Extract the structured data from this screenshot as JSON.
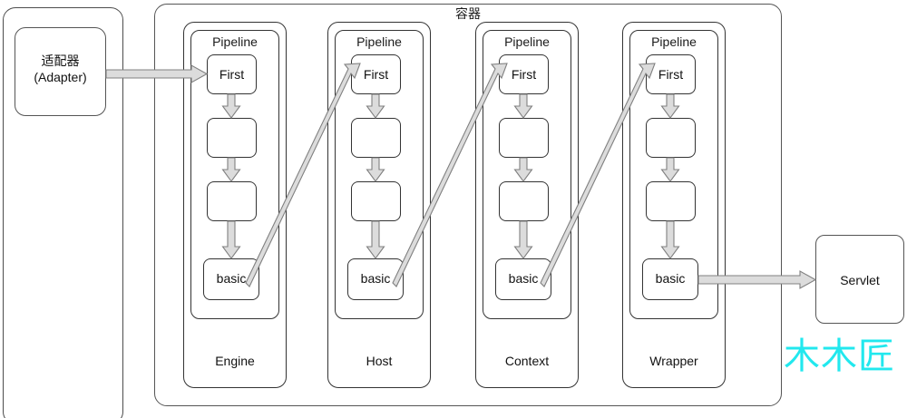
{
  "diagram": {
    "title_container": "容器",
    "watermark": "木木匠",
    "adapter": {
      "label": "适配器\n(Adapter)"
    },
    "servlet": {
      "label": "Servlet"
    },
    "pipeline_title": "Pipeline",
    "node_first": "First",
    "node_basic": "basic",
    "node_empty": "",
    "components": [
      {
        "name": "Engine",
        "pipeline_title": "Pipeline",
        "nodes": [
          "First",
          "",
          "",
          "basic"
        ]
      },
      {
        "name": "Host",
        "pipeline_title": "Pipeline",
        "nodes": [
          "First",
          "",
          "",
          "basic"
        ]
      },
      {
        "name": "Context",
        "pipeline_title": "Pipeline",
        "nodes": [
          "First",
          "",
          "",
          "basic"
        ]
      },
      {
        "name": "Wrapper",
        "pipeline_title": "Pipeline",
        "nodes": [
          "First",
          "",
          "",
          "basic"
        ]
      }
    ],
    "colors": {
      "stroke": "#333333",
      "arrow_fill": "#dcdcdc",
      "arrow_stroke": "#808080",
      "watermark": "#22e8ee",
      "background": "#ffffff"
    }
  }
}
